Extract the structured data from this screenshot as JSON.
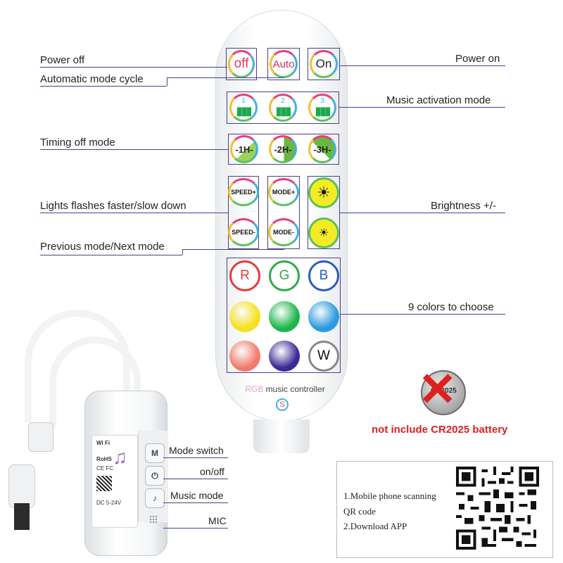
{
  "labels": {
    "power_off": "Power off",
    "auto_mode": "Automatic mode cycle",
    "power_on": "Power on",
    "music_activation": "Music activation mode",
    "timing_off": "Timing off mode",
    "lights_flash": "Lights flashes faster/slow down",
    "brightness": "Brightness +/-",
    "prev_next": "Previous mode/Next mode",
    "nine_colors": "9 colors to choose"
  },
  "remote": {
    "off": "off",
    "auto": "Auto",
    "on": "On",
    "music": [
      "1",
      "2",
      "3"
    ],
    "timers": [
      "1H",
      "2H",
      "3H"
    ],
    "speed_up": "SPEED+",
    "speed_down": "SPEED-",
    "mode_up": "MODE+",
    "mode_down": "MODE-",
    "letters": [
      "R",
      "G",
      "B",
      "W"
    ],
    "brand_rgb": "RGB",
    "brand_rest": " music controller",
    "colors": [
      "#f5e11f",
      "#1db54a",
      "#2a9be0",
      "#f27a6a",
      "#3a2a96"
    ]
  },
  "controller": {
    "mode_switch": "Mode switch",
    "on_off": "on/off",
    "music_mode": "Music mode",
    "mic": "MIC",
    "btn_m": "M",
    "wifi": "Wi Fi",
    "rohs": "RoHS",
    "ce_fc": "CE FC",
    "voltage": "DC 5-24V"
  },
  "battery": {
    "note": "not include CR2025 battery",
    "label": "CR2025"
  },
  "qr": {
    "line1": "1.Mobile phone scanning",
    "line2": "QR code",
    "line3": "2.Download APP"
  }
}
